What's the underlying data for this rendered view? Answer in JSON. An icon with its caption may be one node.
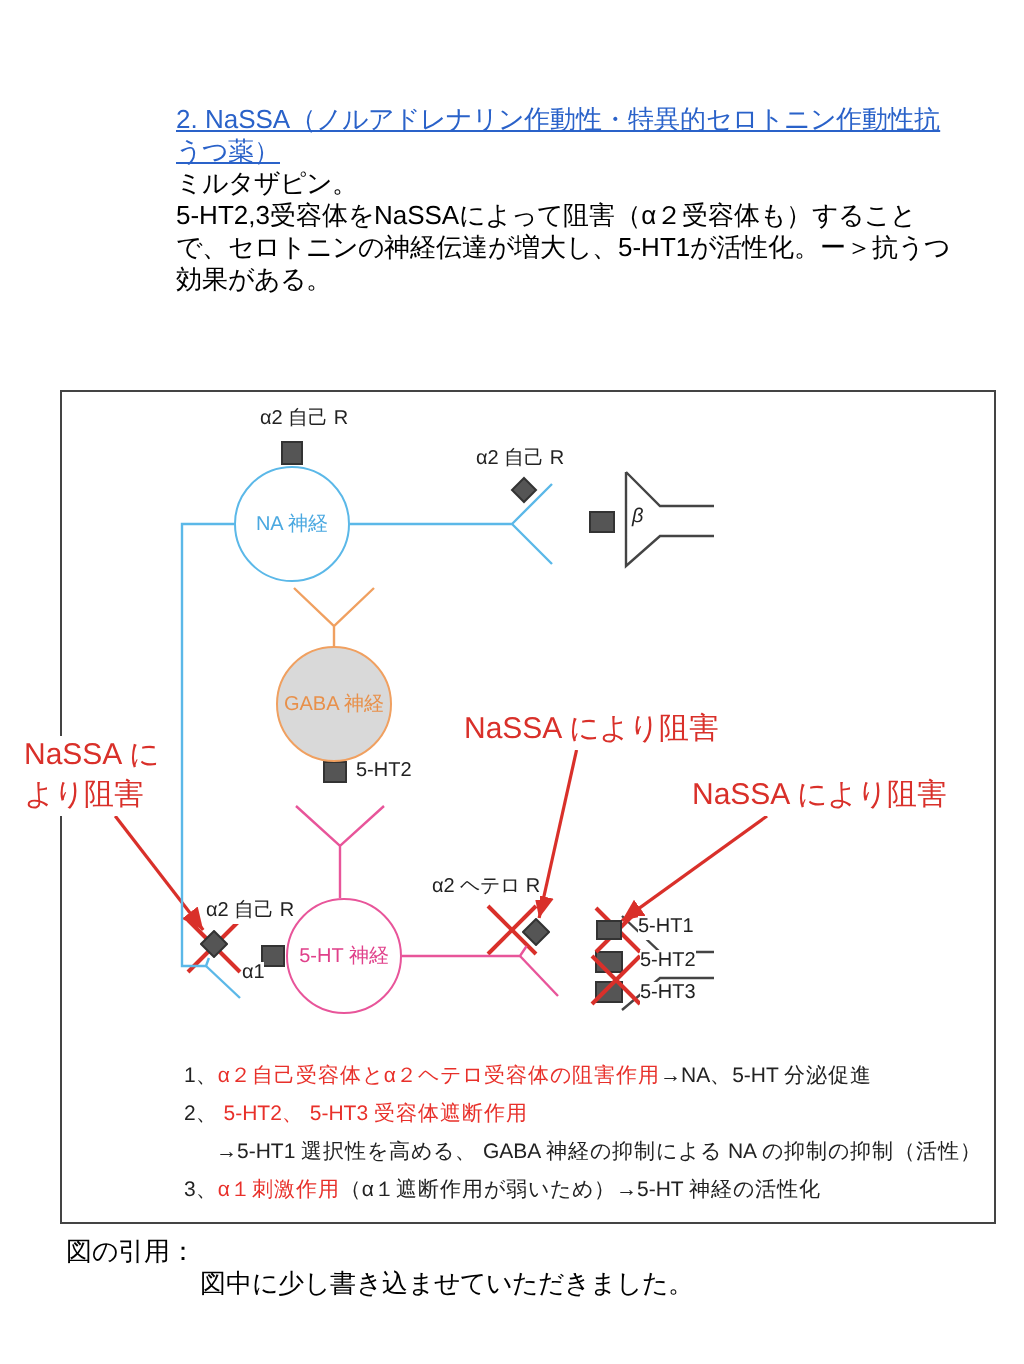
{
  "diagram": {
    "title": "2. NaSSA（ノルアドレナリン作動性・特異的セロトニン作動性抗うつ薬）",
    "nodes": [
      {
        "text": [
          "NA 神経"
        ]
      },
      {
        "text": [
          "GABA 神経"
        ]
      },
      {
        "text": [
          "5-HT 神経"
        ]
      },
      {
        "text": [
          "NaSSA により阻害"
        ]
      },
      {
        "text": [
          "NaSSA により阻害"
        ]
      },
      {
        "text": [
          "NaSSA により阻害"
        ]
      },
      {
        "text": [],
        "shape": "diamond"
      },
      {
        "text": [],
        "shape": "diamond"
      },
      {
        "text": [],
        "shape": "box"
      }
    ],
    "edges": [
      {
        "from": 4,
        "to": 6,
        "arrow": "to"
      },
      {
        "from": 3,
        "to": 7,
        "arrow": "to"
      },
      {
        "from": 5,
        "to": 8,
        "arrow": "to"
      },
      {
        "from": 0,
        "to": 6,
        "arrow": "none",
        "color": "#5bb8e8"
      },
      {
        "from": 2,
        "to": 7,
        "arrow": "none",
        "color": "#e8559a"
      }
    ],
    "labels": [
      "ミルタザピン。",
      "5-HT2,3受容体をNaSSAによって阻害（α２受容体も）することで、セロトニンの神経伝達が増大し、5-HT1が活性化。ー＞抗うつ効果がある。",
      "α2 自己 R",
      "α2 自己 R",
      "β",
      "5-HT2",
      "α2 自己 R",
      "α1",
      "α2 ヘテロ R",
      "5-HT1",
      "5-HT2",
      "5-HT3",
      "1、**α２自己受容体とα２ヘテロ受容体の阻害作用**→NA、5-HT 分泌促進",
      "2、 **5-HT2、 5-HT3 受容体遮断作用**",
      "→5-HT1 選択性を高める、 GABA 神経の抑制による NA の抑制の抑制（活性）",
      "3、**α１刺激作用**（α１遮断作用が弱いため）→5-HT 神経の活性化",
      "図の引用：",
      "図中に少し書き込ませていただきました。"
    ]
  }
}
